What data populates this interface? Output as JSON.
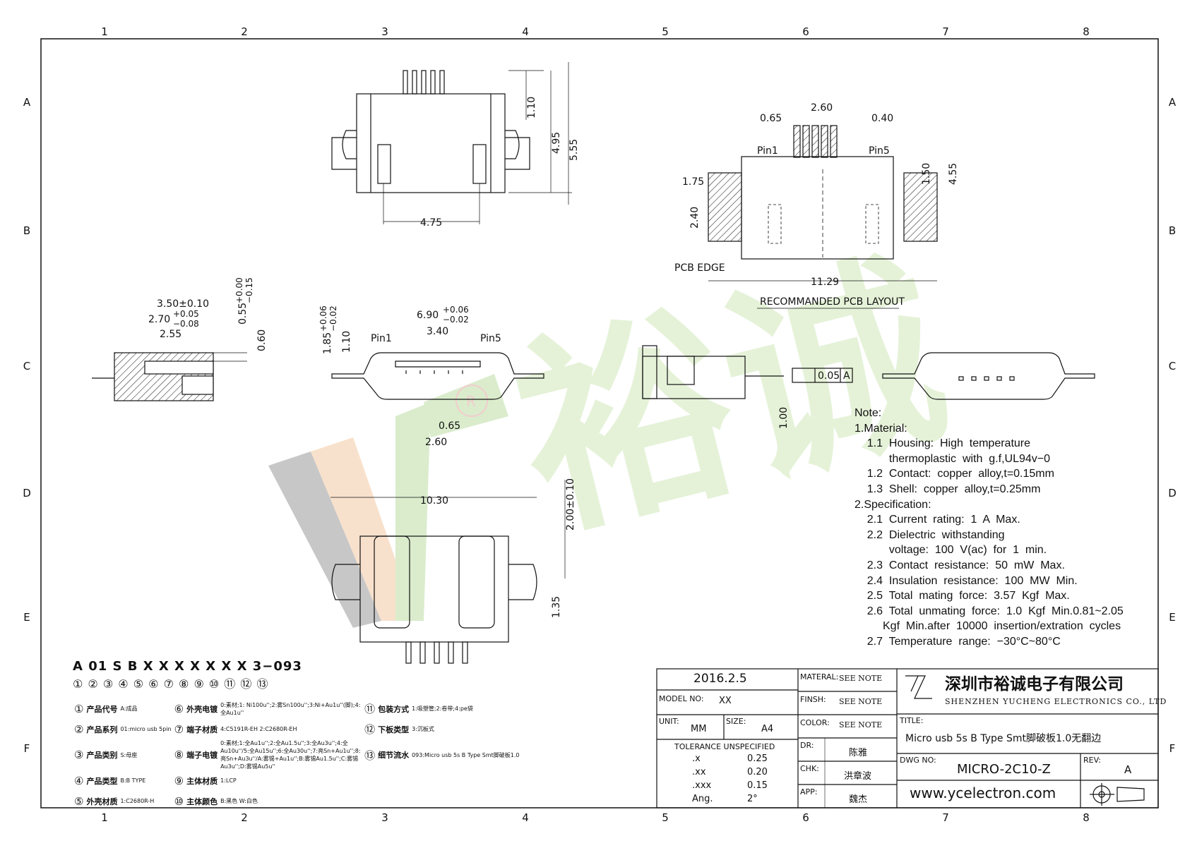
{
  "grid": {
    "cols": [
      "1",
      "2",
      "3",
      "4",
      "5",
      "6",
      "7",
      "8"
    ],
    "rows": [
      "A",
      "B",
      "C",
      "D",
      "E",
      "F"
    ]
  },
  "dims": {
    "top_view": {
      "d1_10": "1.10",
      "d4_95": "4.95",
      "d5_55": "5.55",
      "d4_75": "4.75"
    },
    "pcb": {
      "d2_60": "2.60",
      "d0_65": "0.65",
      "d0_40": "0.40",
      "pin1": "Pin1",
      "pin5": "Pin5",
      "d1_75": "1.75",
      "d2_40": "2.40",
      "d1_50": "1.50",
      "d4_55": "4.55",
      "pcb_edge": "PCB EDGE",
      "d11_29": "11.29",
      "caption": "RECOMMANDED PCB LAYOUT"
    },
    "side_left": {
      "d3_50": "3.50±0.10",
      "d2_70": "2.70",
      "d2_70_tol_p": "+0.05",
      "d2_70_tol_m": "−0.08",
      "d2_55": "2.55",
      "d0_55": "0.55",
      "d0_55_tol_p": "+0.00",
      "d0_55_tol_m": "−0.15",
      "d0_60": "0.60"
    },
    "front": {
      "d6_90": "6.90",
      "d6_90_p": "+0.06",
      "d6_90_m": "−0.02",
      "d3_40": "3.40",
      "pin1": "Pin1",
      "pin5": "Pin5",
      "d1_85": "1.85",
      "d1_85_p": "+0.06",
      "d1_85_m": "−0.02",
      "d1_10": "1.10",
      "d0_65": "0.65",
      "d2_60": "2.60"
    },
    "side_mid": {
      "flat": "0.05",
      "datum": "A",
      "d1_00": "1.00"
    },
    "bottom_view": {
      "d10_30": "10.30",
      "d2_00": "2.00±0.10",
      "d1_35": "1.35"
    }
  },
  "notes": [
    "Note:",
    "1.Material:",
    "    1.1  Housing:  High  temperature",
    "           thermoplastic  with  g.f,UL94v−0",
    "    1.2  Contact:  copper  alloy,t=0.15mm",
    "    1.3  Shell:  copper  alloy,t=0.25mm",
    "2.Specification:",
    "    2.1  Current  rating:  1  A  Max.",
    "    2.2  Dielectric  withstanding",
    "           voltage:  100  V(ac)  for  1  min.",
    "    2.3  Contact  resistance:  50  mW  Max.",
    "    2.4  Insulation  resistance:  100  MW  Min.",
    "    2.5  Total  mating  force:  3.57  Kgf  Max.",
    "    2.6  Total  unmating  force:  1.0  Kgf  Min.0.81~2.05",
    "         Kgf  Min.after  10000  insertion/extration  cycles",
    "    2.7  Temperature  range:  −30°C~80°C"
  ],
  "part_code": {
    "code": "A 01  S  B  X  X  X  X  X  X  X  3−093",
    "nums": "①  ②   ③ ④  ⑤  ⑥  ⑦  ⑧ ⑨  ⑩ ⑪  ⑫    ⑬"
  },
  "legend": [
    {
      "n": "①",
      "k": "产品代号",
      "v": "A:成品"
    },
    {
      "n": "②",
      "k": "产品系列",
      "v": "01:micro usb 5pin"
    },
    {
      "n": "③",
      "k": "产品类别",
      "v": "S:母座"
    },
    {
      "n": "④",
      "k": "产品类型",
      "v": "B:B TYPE"
    },
    {
      "n": "⑤",
      "k": "外壳材质",
      "v": "1:C2680R-H"
    },
    {
      "n": "⑥",
      "k": "外壳电镀",
      "v": "0:素材;1: Ni100u'';2:雾Sn100u'';3:Ni+Au1u''(脚);4:全Au1u''"
    },
    {
      "n": "⑦",
      "k": "端子材质",
      "v": "4:C5191R-EH  2:C2680R-EH"
    },
    {
      "n": "⑧",
      "k": "端子电镀",
      "v": "0:素材;1:全Au1u'';2:全Au1.5u'';3:全Au3u'';4:全Au10u''/5:全Au15u'';6:全Au30u'';7:亮Sn+Au1u'';8:亮Sn+Au3u''/A:雾锡+Au1u'';B:雾锡Au1.5u'';C:雾锡Au3u'';D:雾锡Au5u''"
    },
    {
      "n": "⑨",
      "k": "主体材质",
      "v": "1:LCP"
    },
    {
      "n": "⑩",
      "k": "主体颜色",
      "v": "B:黑色   W:白色"
    },
    {
      "n": "⑪",
      "k": "包装方式",
      "v": "1:吸塑管;2:卷带;4:pe袋"
    },
    {
      "n": "⑫",
      "k": "下板类型",
      "v": "3:沉板式"
    },
    {
      "n": "⑬",
      "k": "细节流水",
      "v": "093:Micro usb 5s B Type Smt脚破板1.0"
    }
  ],
  "title_block": {
    "date": "2016.2.5",
    "model_no_lbl": "MODEL NO:",
    "model_no": "XX",
    "unit_lbl": "UNIT:",
    "unit": "MM",
    "size_lbl": "SIZE:",
    "size": "A4",
    "tol_lbl": "TOLERANCE  UNSPECIFIED",
    "tol": [
      [
        ".x",
        "0.25"
      ],
      [
        ".xx",
        "0.20"
      ],
      [
        ".xxx",
        "0.15"
      ],
      [
        "Ang.",
        "2°"
      ]
    ],
    "material_lbl": "MATERAL:",
    "material": "SEE NOTE",
    "finish_lbl": "FINSH:",
    "finish": "SEE NOTE",
    "color_lbl": "COLOR:",
    "color": "SEE NOTE",
    "dr_lbl": "DR:",
    "dr": "陈雅",
    "chk_lbl": "CHK:",
    "chk": "洪章波",
    "app_lbl": "APP:",
    "app": "魏杰",
    "company_cn": "深圳市裕诚电子有限公司",
    "company_en": "SHENZHEN  YUCHENG  ELECTRONICS  CO., LTD",
    "title_lbl": "TITLE:",
    "title": "Micro usb 5s B Type Smt脚破板1.0无翻边",
    "dwg_lbl": "DWG NO:",
    "dwg": "MICRO-2C10-Z",
    "rev_lbl": "REV:",
    "rev": "A",
    "website": "www.ycelectron.com"
  },
  "watermark": {
    "text": "裕诚",
    "mark": "R"
  }
}
